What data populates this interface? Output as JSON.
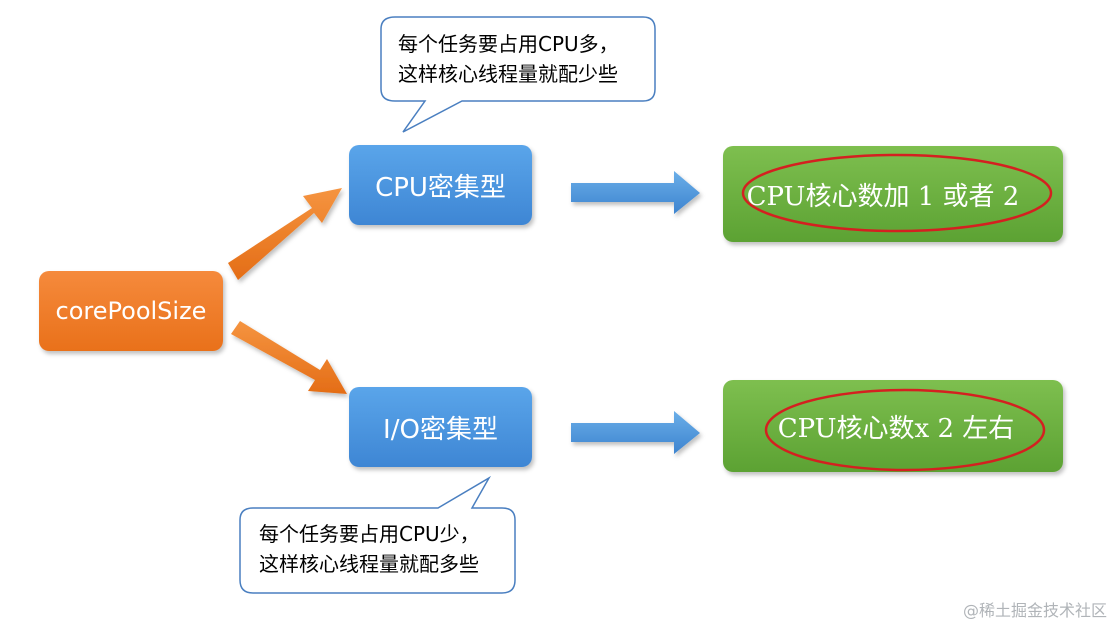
{
  "nodes": {
    "root": "corePoolSize",
    "cpu_intensive": "CPU密集型",
    "io_intensive": "I/O密集型",
    "cpu_result": "CPU核心数加 1 或者 2",
    "io_result": "CPU核心数x 2 左右"
  },
  "callouts": {
    "cpu_line1": "每个任务要占用CPU多，",
    "cpu_line2": "这样核心线程量就配少些",
    "io_line1": "每个任务要占用CPU少，",
    "io_line2": "这样核心线程量就配多些"
  },
  "watermark": "@稀土掘金技术社区",
  "colors": {
    "orange": "#ef7d2a",
    "blue": "#4a94de",
    "green": "#6cb042",
    "arrow_orange": "#ee7d2a",
    "arrow_blue": "#4f93d8",
    "highlight_ellipse": "#d42020",
    "callout_border": "#4a7fc0"
  }
}
